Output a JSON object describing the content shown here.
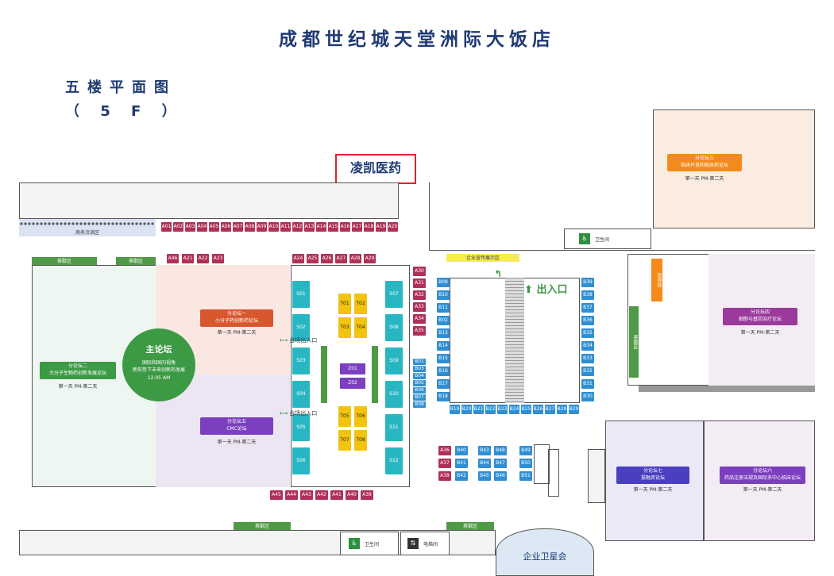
{
  "header": {
    "title": "成都世纪城天堂洲际大饭店",
    "floor_title": "五楼平面图",
    "floor_code": "（ 5 F ）",
    "callout": "凌凯医药"
  },
  "zones": {
    "business_service": "商务洽谈区",
    "tea_break": "茶歇区",
    "corporate_exhibit": "企业宣传展示区",
    "entrance": "出入口",
    "venue_entrance": "会场出入口",
    "restroom": "卫生间",
    "elevator": "电梯间",
    "satellite": "企业卫星会",
    "sign": "签到处"
  },
  "main_forum": {
    "name": "主论坛",
    "line1": "国际和国内视角",
    "line2": "新形势下未来创新药发展",
    "time": "12.05 AM"
  },
  "subforums": {
    "s1": {
      "name": "分论坛一",
      "topic": "小分子药创新药论坛",
      "day": "第一天 PM-第二天"
    },
    "s2": {
      "name": "分论坛二",
      "topic": "大分子生物药创新发展论坛",
      "day": "第一天 PM-第二天"
    },
    "s3": {
      "name": "分论坛三",
      "topic": "临床开发和临床前论坛",
      "day": "第一天 PM-第二天"
    },
    "s4": {
      "name": "分论坛四",
      "topic": "细胞与基因治疗论坛",
      "day": "第一天 PM-第二天"
    },
    "s5": {
      "name": "分论坛五",
      "topic": "CMC论坛",
      "day": "第一天 PM-第二天"
    },
    "s6": {
      "name": "分论坛六",
      "topic": "药品注册法规及国际多中心临床论坛",
      "day": "第一天 PM-第二天"
    },
    "s7": {
      "name": "分论坛七",
      "topic": "投融资论坛",
      "day": "第一天 PM-第二天"
    }
  },
  "booths": {
    "top_row": [
      "A01",
      "A02",
      "A03",
      "A04",
      "A05",
      "A06",
      "A07",
      "A08",
      "A09",
      "A10",
      "A11",
      "A12",
      "A13",
      "A14",
      "A15",
      "A16",
      "A17",
      "A18",
      "A19",
      "A20"
    ],
    "row2_left": [
      "A46",
      "A21",
      "A22",
      "A23"
    ],
    "row2_mid": [
      "A24",
      "A25",
      "A26",
      "A27",
      "A28",
      "A29"
    ],
    "a_right": [
      "A30",
      "A31",
      "A32",
      "A33",
      "A34",
      "A35"
    ],
    "bottom_row": [
      "A45",
      "A44",
      "A43",
      "A42",
      "A41",
      "A40",
      "A39"
    ],
    "s_left": [
      "S01",
      "S02",
      "S03",
      "S04",
      "S05",
      "S06"
    ],
    "s_right": [
      "S07",
      "S08",
      "S09",
      "S10",
      "S11",
      "S12"
    ],
    "t_top": [
      "T01",
      "T02",
      "T03",
      "T04"
    ],
    "t_bottom": [
      "T05",
      "T06",
      "T07",
      "T08"
    ],
    "z": [
      "Z01",
      "Z02"
    ],
    "b_left": [
      "B09",
      "B10",
      "B11",
      "B02",
      "B13",
      "B14",
      "B15",
      "B16",
      "B17",
      "B18"
    ],
    "b_left2": [
      "B01",
      "B03",
      "B04",
      "B05",
      "B06",
      "B07",
      "B08"
    ],
    "b_right": [
      "B39",
      "B38",
      "B37",
      "B36",
      "B35",
      "B34",
      "B33",
      "B32",
      "B31",
      "B30"
    ],
    "b_bottom": [
      "B19",
      "B20",
      "B21",
      "B22",
      "B23",
      "B24",
      "B25",
      "B26",
      "B27",
      "B28",
      "B29"
    ],
    "cluster1": [
      "A36",
      "A37",
      "A38"
    ],
    "cluster2": [
      "B40",
      "B41",
      "B42"
    ],
    "cluster3": [
      "B43",
      "B44",
      "B45"
    ],
    "cluster4": [
      "B48",
      "B47",
      "B46"
    ],
    "cluster5": [
      "B49",
      "B50",
      "B51"
    ]
  },
  "colors": {
    "title": "#1f3a73",
    "booth_magenta": "#b03058",
    "booth_blue": "#2f8fd3",
    "booth_teal": "#28b7c2",
    "booth_yellow": "#f2c30f",
    "booth_purple": "#7b3fbf",
    "callout_border": "#d9262b",
    "tea_green": "#4f9a45"
  }
}
